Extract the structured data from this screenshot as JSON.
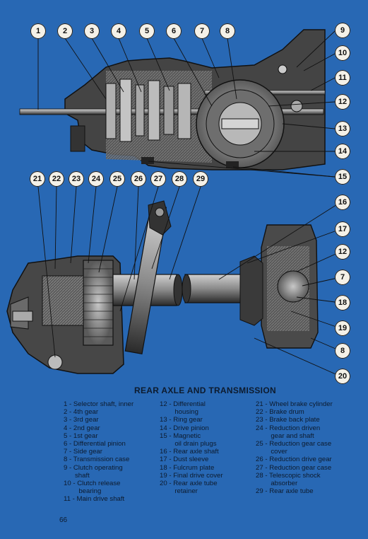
{
  "callouts_top": [
    "1",
    "2",
    "3",
    "4",
    "5",
    "6",
    "7",
    "8"
  ],
  "callouts_right_top": [
    "9",
    "10",
    "11",
    "12",
    "13",
    "14",
    "15"
  ],
  "callouts_mid": [
    "21",
    "22",
    "23",
    "24",
    "25",
    "26",
    "27",
    "28",
    "29"
  ],
  "callouts_right_bottom": [
    "16",
    "17",
    "12",
    "7",
    "18",
    "19",
    "8",
    "20"
  ],
  "caption": "REAR AXLE AND TRANSMISSION",
  "legend": {
    "col1": [
      "1 - Selector shaft, inner",
      "2 - 4th gear",
      "3 - 3rd gear",
      "4 - 2nd gear",
      "5 - 1st gear",
      "6 - Differential pinion",
      "7 - Side gear",
      "8 - Transmission case",
      "9 - Clutch operating",
      "      shaft",
      "10 - Clutch release",
      "        bearing",
      "11 - Main drive shaft"
    ],
    "col2": [
      "12 - Differential",
      "        housing",
      "13 - Ring gear",
      "14 - Drive pinion",
      "15 - Magnetic",
      "        oil drain plugs",
      "16 - Rear axle shaft",
      "17 - Dust sleeve",
      "18 - Fulcrum plate",
      "19 - Final drive cover",
      "20 - Rear axle tube",
      "        retainer"
    ],
    "col3": [
      "21 - Wheel brake cylinder",
      "22 - Brake drum",
      "23 - Brake back plate",
      "24 - Reduction driven",
      "        gear and shaft",
      "25 - Reduction gear case",
      "        cover",
      "26 - Reduction drive gear",
      "27 - Reduction gear case",
      "28 - Telescopic shock",
      "        absorber",
      "29 - Rear axle tube"
    ]
  },
  "page_number": "66",
  "colors": {
    "background": "#2868b4",
    "ink": "#0d1b2e",
    "metal_dark": "#3a3a3a",
    "metal_light": "#9a9a9a"
  }
}
